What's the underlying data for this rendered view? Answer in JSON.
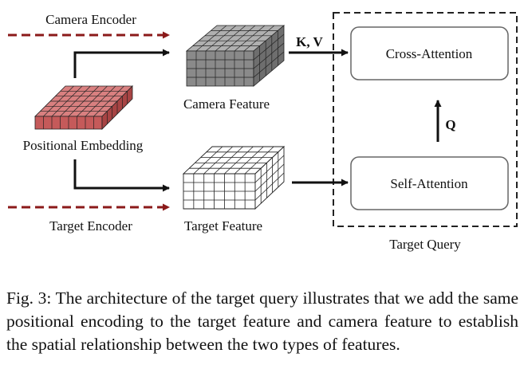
{
  "labels": {
    "camera_encoder": "Camera Encoder",
    "camera_feature": "Camera Feature",
    "positional_embedding": "Positional Embedding",
    "target_encoder": "Target Encoder",
    "target_feature": "Target Feature",
    "kv": "K, V",
    "q": "Q",
    "cross_attention": "Cross-Attention",
    "self_attention": "Self-Attention",
    "target_query": "Target Query"
  },
  "caption": "Fig. 3: The architecture of the target query illustrates that we add the same positional encoding to the target feature and camera feature to establish the spatial relationship between the two types of features.",
  "colors": {
    "encoder_arrow": "#8b1a1a",
    "camera_feature_front": "#8a8a8a",
    "camera_feature_top": "#b0b0b0",
    "camera_feature_side": "#6e6e6e",
    "positional_top": "#d98080",
    "positional_front": "#c55a5a",
    "positional_side": "#a84444",
    "target_feature_fill": "#ffffff",
    "box_stroke": "#666666"
  }
}
